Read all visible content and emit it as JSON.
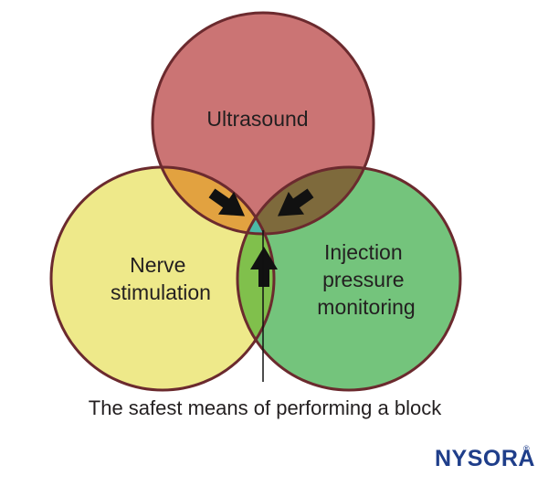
{
  "circles": {
    "top": {
      "label": "Ultrasound",
      "color": "#cb7474"
    },
    "left": {
      "label_lines": [
        "Nerve",
        "stimulation"
      ],
      "color": "#eee98a"
    },
    "right": {
      "label_lines": [
        "Injection",
        "pressure",
        "monitoring"
      ],
      "color": "#74c47c"
    }
  },
  "overlaps": {
    "top_left_color": "#e2a240",
    "top_right_color": "#7e6a3c",
    "left_right_color": "#80c04c",
    "center_color": "#4bb9a6"
  },
  "outline_color": "#6b2a2e",
  "caption": "The safest means of performing a block",
  "logo": {
    "text_left": "NYSO",
    "text_mark": "R",
    "text_right": "A",
    "reg": "®",
    "color": "#1f3e8a"
  }
}
